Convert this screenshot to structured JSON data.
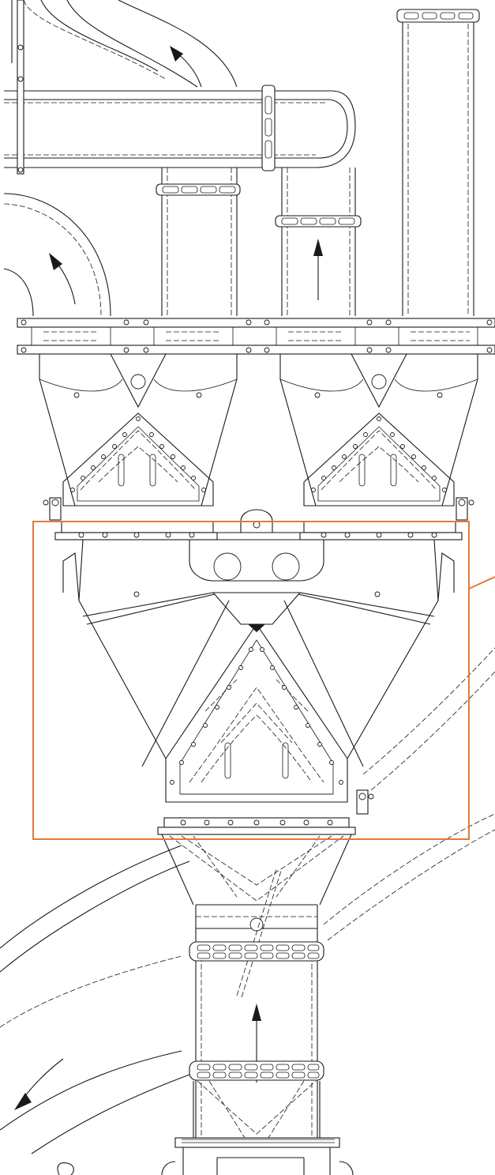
{
  "drawing": {
    "accent_color": "#e07a3a",
    "line_color": "#1a1a1a",
    "background": "#ffffff",
    "flow_arrows": [
      "arrow-up",
      "arrow-up",
      "arrow-up",
      "arrow-curved",
      "arrow-curved",
      "arrow-curved"
    ],
    "highlight": "detail-callout-box"
  }
}
